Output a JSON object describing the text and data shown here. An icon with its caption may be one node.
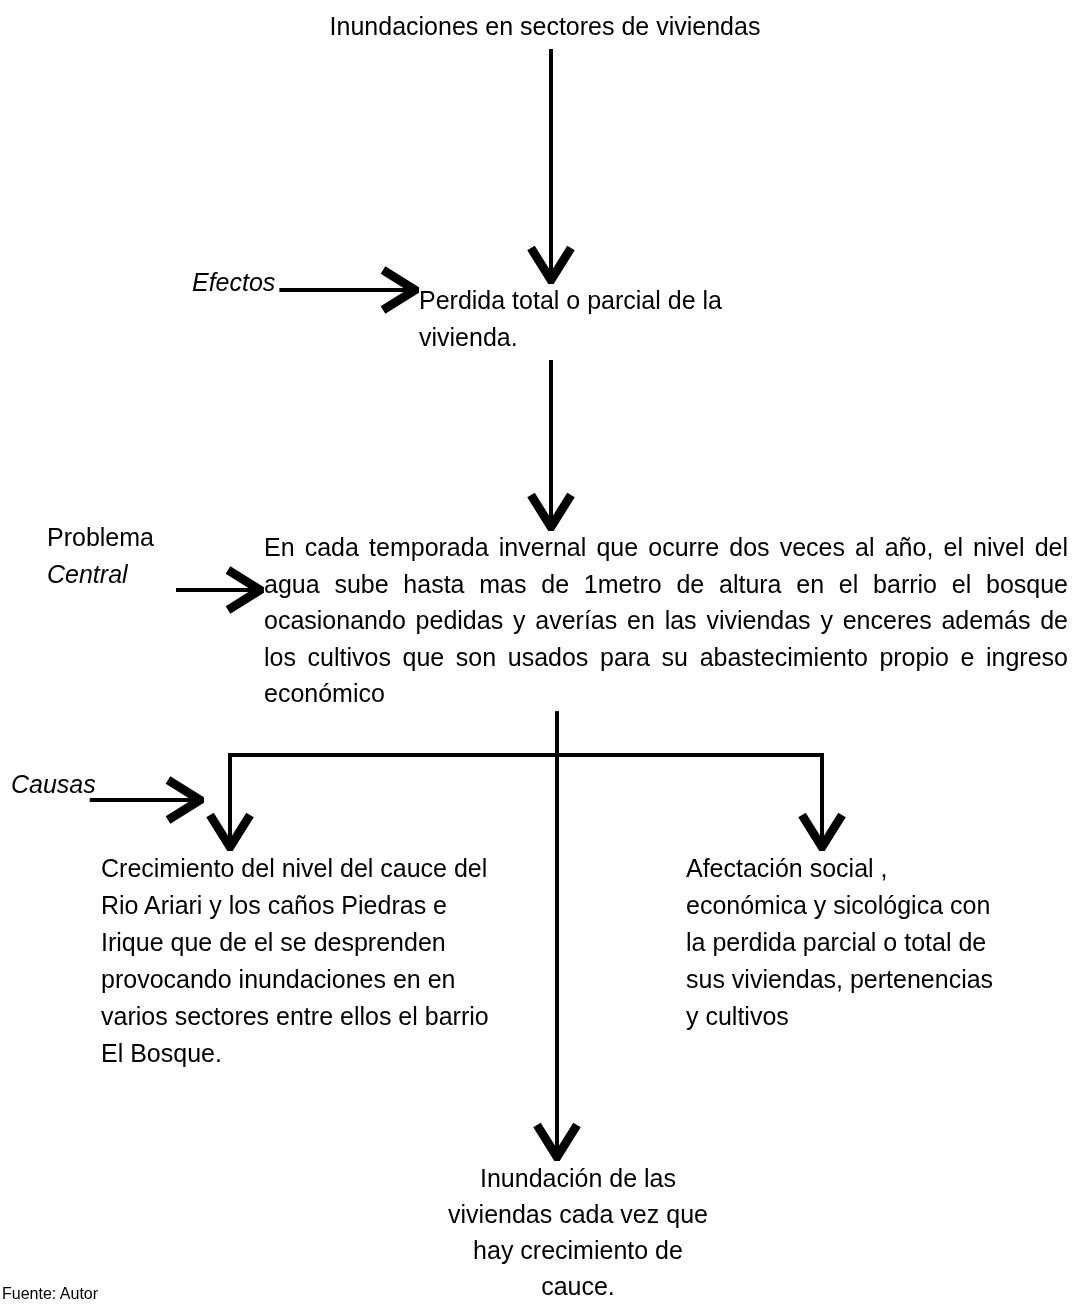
{
  "diagram": {
    "nodes": [
      {
        "text": [
          "Inundaciones en sectores  de viviendas"
        ]
      },
      {
        "text": [
          "Efectos"
        ]
      },
      {
        "text": [
          "Perdida total o parcial de la vivienda."
        ]
      },
      {
        "text": [
          "Problema *Central*"
        ]
      },
      {
        "text": [
          "En cada temporada invernal que ocurre dos veces al año, el nivel del agua sube hasta mas de 1metro de altura  en el barrio el bosque ocasionando pedidas y averías  en las viviendas y enceres  además de los cultivos que son usados para su abastecimiento propio e ingreso económico"
        ]
      },
      {
        "text": [
          "Causas"
        ]
      },
      {
        "text": [
          "Crecimiento del nivel del cauce del Rio Ariari y los caños Piedras e Irique que de el se desprenden provocando inundaciones en en varios sectores entre ellos el barrio El Bosque."
        ]
      },
      {
        "text": [
          "Afectación social , económica y sicológica con la perdida parcial o total de sus viviendas, pertenencias y cultivos"
        ]
      },
      {
        "text": [
          "Inundación de las viviendas cada vez que hay crecimiento de cauce."
        ]
      }
    ],
    "edges": [
      {
        "from": 0,
        "to": 2,
        "arrow": "to"
      },
      {
        "from": 1,
        "to": 2,
        "arrow": "to"
      },
      {
        "from": 2,
        "to": 4,
        "arrow": "to"
      },
      {
        "from": 3,
        "to": 4,
        "arrow": "to"
      },
      {
        "from": 5,
        "to": null,
        "arrow": "to"
      },
      {
        "from": 4,
        "to": 6,
        "arrow": "to"
      },
      {
        "from": 4,
        "to": 8,
        "arrow": "to"
      },
      {
        "from": 4,
        "to": 7,
        "arrow": "to"
      }
    ],
    "labels": [
      "Fuente: Autor"
    ]
  }
}
